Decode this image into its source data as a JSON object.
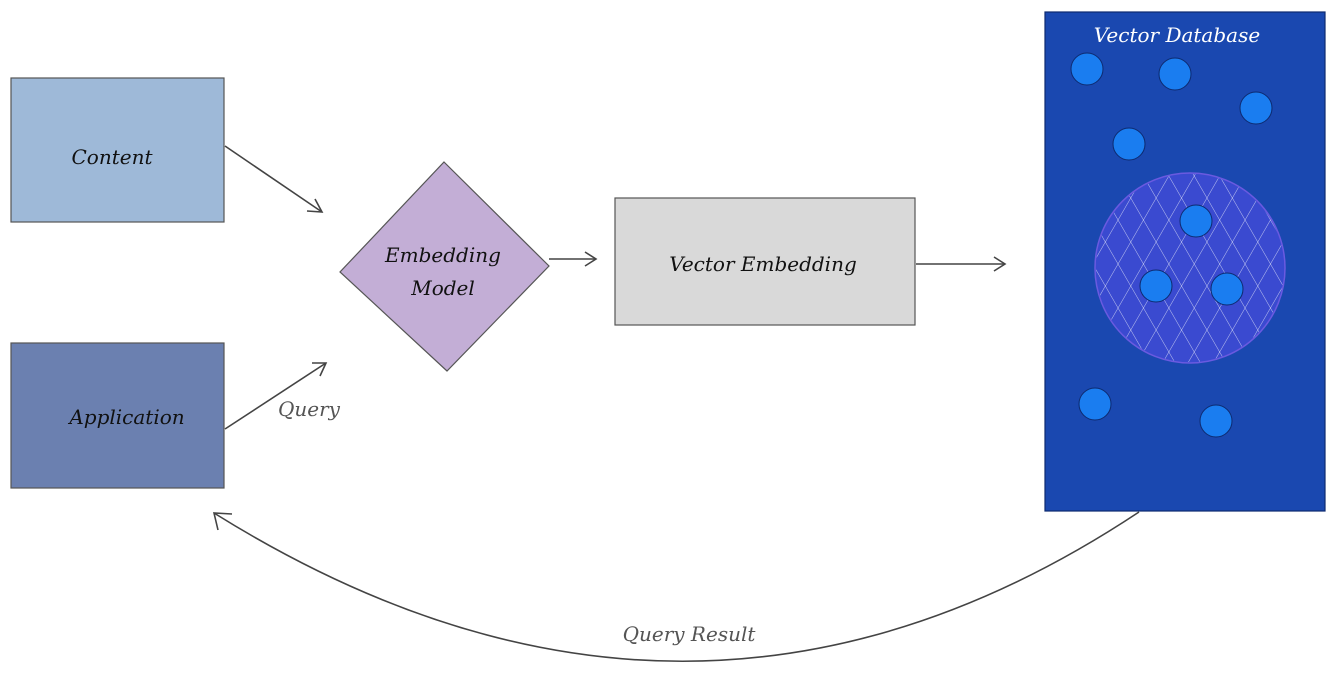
{
  "nodes": {
    "content": {
      "label": "Content",
      "fill": "#9eb9d8"
    },
    "application": {
      "label": "Application",
      "fill": "#6b80b0"
    },
    "embedding_model": {
      "label_line1": "Embedding",
      "label_line2": "Model",
      "fill": "#c3aed6"
    },
    "vector_embedding": {
      "label": "Vector Embedding",
      "fill": "#d9d9d9"
    },
    "vector_database": {
      "label": "Vector Database",
      "fill": "#1a48b0",
      "dot_color": "#1a7df0",
      "cluster_fill": "#3a4ad0"
    }
  },
  "edges": {
    "query": {
      "label": "Query"
    },
    "query_result": {
      "label": "Query Result"
    }
  }
}
